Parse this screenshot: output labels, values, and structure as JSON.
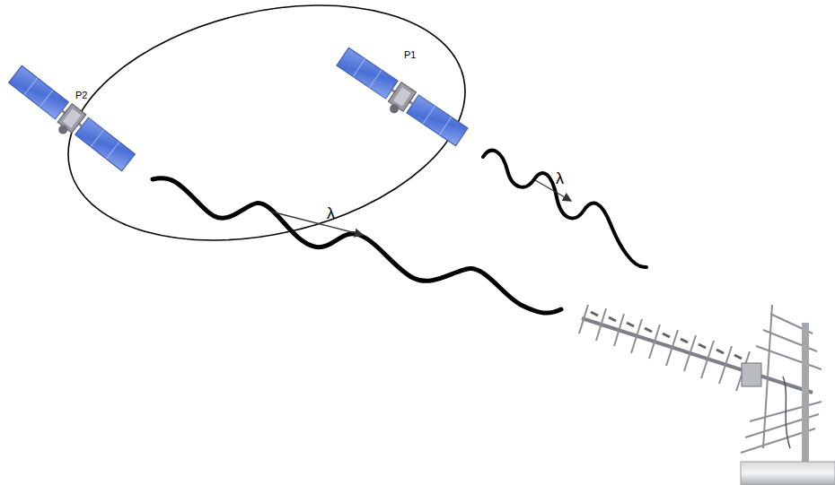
{
  "diagram": {
    "labels": [
      "P1",
      "P2",
      "λ",
      "λ"
    ]
  }
}
